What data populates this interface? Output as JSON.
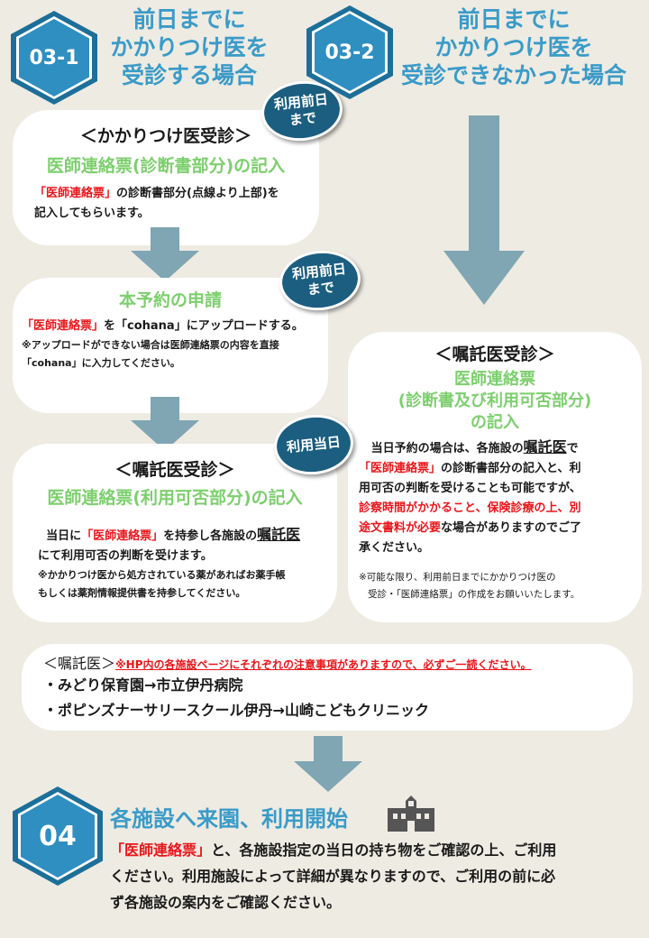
{
  "step_031": {
    "badge": "03-1",
    "title": [
      "前日までに",
      "かかりつけ医を",
      "受診する場合"
    ]
  },
  "step_032": {
    "badge": "03-2",
    "title": [
      "前日までに",
      "かかりつけ医を",
      "受診できなかった場合"
    ]
  },
  "bubbles": [
    {
      "line1": "利用前日",
      "line2": "まで"
    },
    {
      "line1": "利用前日",
      "line2": "まで"
    },
    {
      "line1": "利用当日"
    }
  ],
  "card1": {
    "heading": "＜かかりつけ医受診＞",
    "subheading": "医師連絡票(診断書部分)の記入",
    "red": "「医師連絡票」",
    "text1": "の診断書部分(点線より上部)を",
    "text2": "記入してもらいます。"
  },
  "card2": {
    "subheading": "本予約の申請",
    "red": "「医師連絡票」",
    "text": "を「cohana」にアップロードする。",
    "note1": "※アップロードができない場合は医師連絡票の内容を直接",
    "note2": "「cohana」に入力してください。"
  },
  "card3": {
    "heading": "＜嘱託医受診＞",
    "subheading": "医師連絡票(利用可否部分)の記入",
    "pre": "当日に",
    "red": "「医師連絡票」",
    "mid": "を持参し各施設の",
    "doctor": "嘱託医",
    "line2": "にて利用可否の判断を受けます。",
    "note1": "※かかりつけ医から処方されている薬があればお薬手帳",
    "note2": "もしくは薬剤情報提供書を持参してください。"
  },
  "card4": {
    "heading": "＜嘱託医受診＞",
    "subheading": [
      "医師連絡票",
      "(診断書及び利用可否部分)",
      "の記入"
    ],
    "pre": "当日予約の場合は、各施設の",
    "doctor": "嘱託医",
    "post": "で",
    "red1": "「医師連絡票」",
    "t2": "の診断書部分の記入と、利",
    "t3": "用可否の判断を受けることも可能ですが、",
    "red2": "診察時間がかかること、保険診療の上、別",
    "red3": "途文書料が必要",
    "t4": "な場合がありますのでご了",
    "t5": "承ください。",
    "note1": "※可能な限り、利用前日までにかかりつけ医の",
    "note2": "受診・「医師連絡票」の作成をお願いいたします。"
  },
  "doctors": {
    "heading": "＜嘱託医＞",
    "notice": "※HP内の各施設ページにそれぞれの注意事項がありますので、必ずご一読ください。",
    "items": [
      "・みどり保育園→市立伊丹病院",
      "・ポピンズナーサリースクール伊丹→山崎こどもクリニック"
    ]
  },
  "step_04": {
    "badge": "04",
    "title": "各施設へ来園、利用開始",
    "red": "「医師連絡票」",
    "line1": "と、各施設指定の当日の持ち物をご確認の上、ご利用",
    "line2": "ください。利用施設によって詳細が異なりますので、ご利用の前に必",
    "line3": "ず各施設の案内をご確認ください。",
    "icon": "school-icon"
  },
  "colors": {
    "title": "#3a9bc8",
    "green": "#7dcf6e",
    "red": "#e8161a",
    "bubble": "#1b5e80",
    "arrow": "#7fa6b2"
  }
}
